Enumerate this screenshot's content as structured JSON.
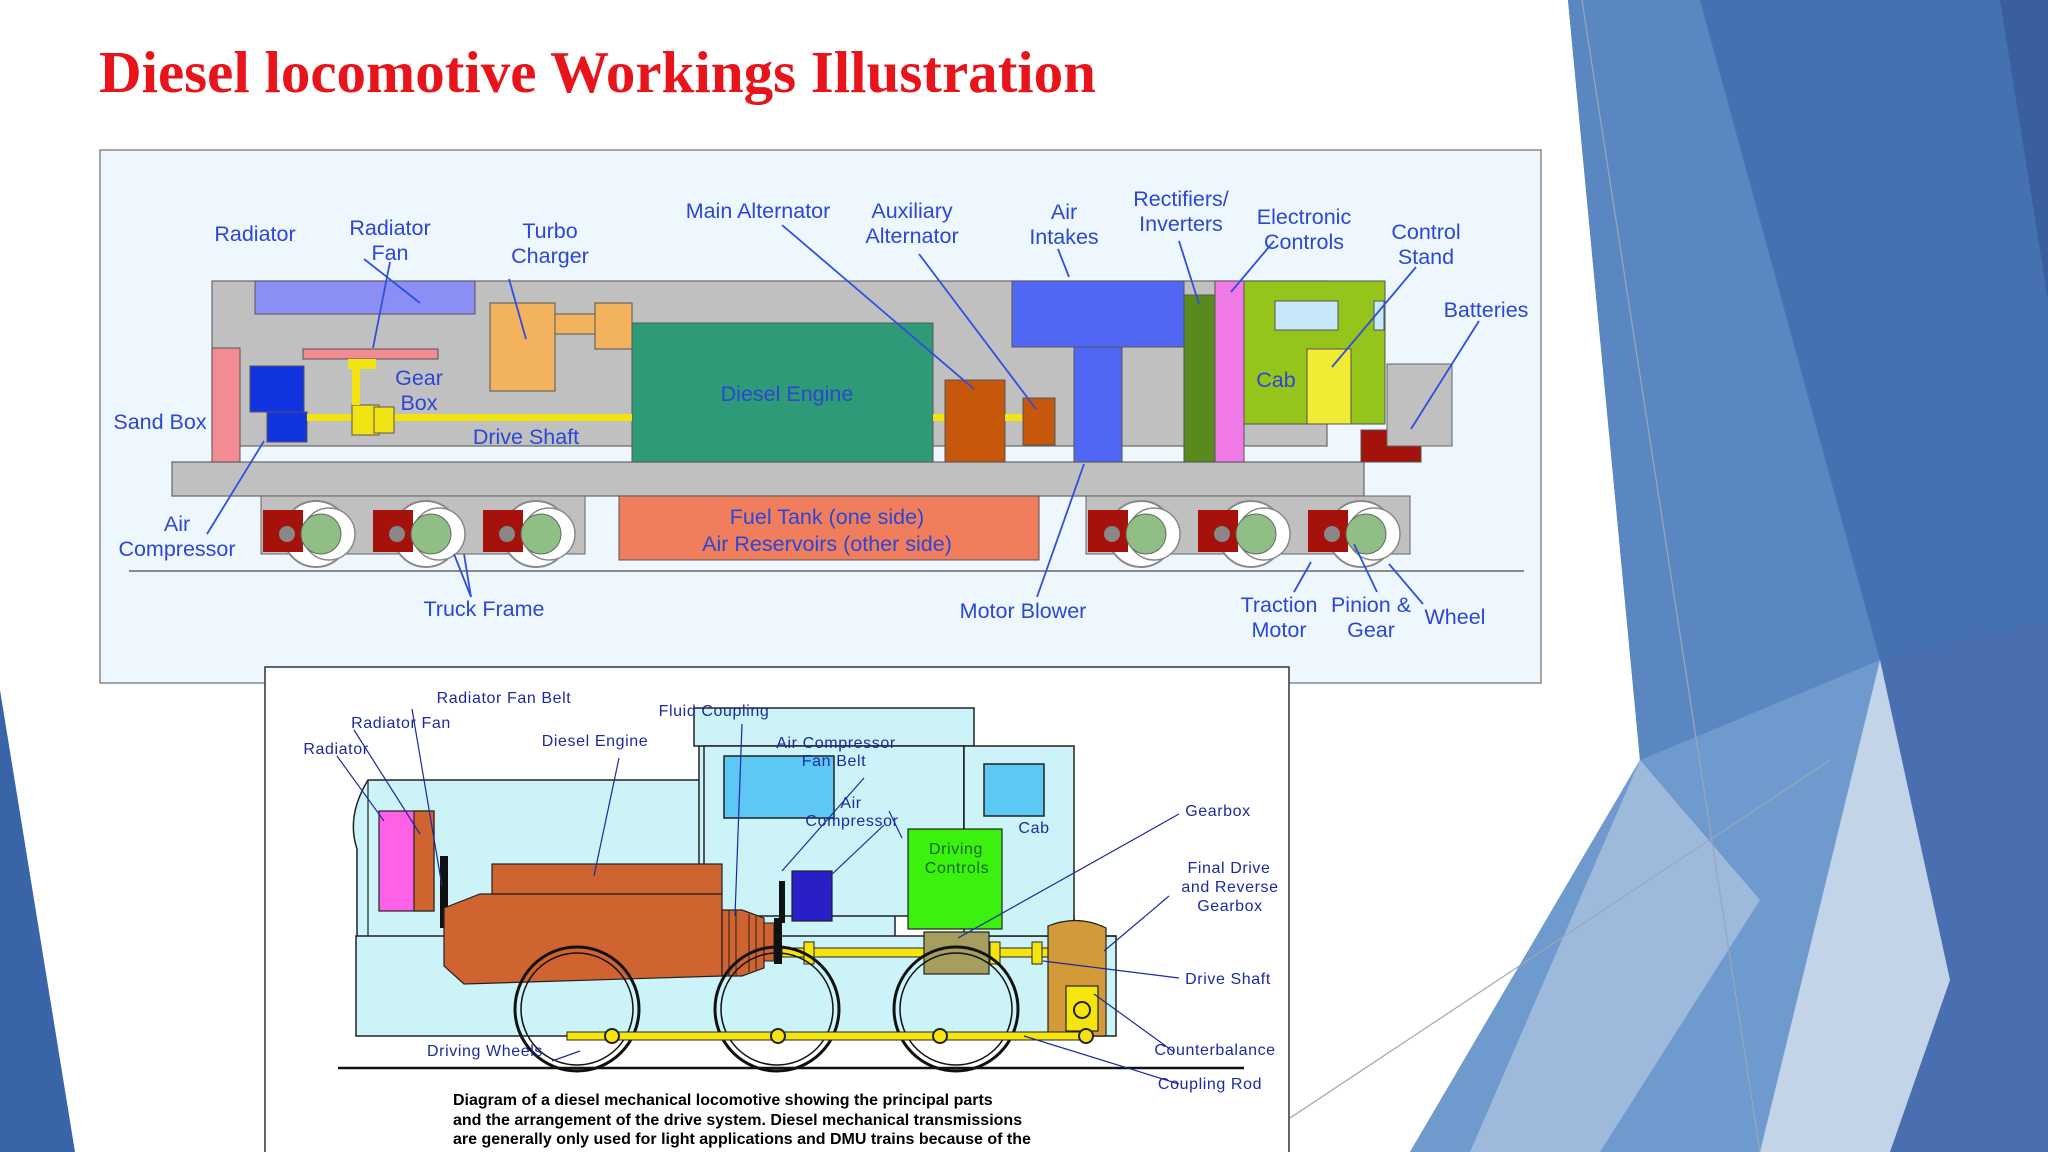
{
  "slide": {
    "title": "Diesel locomotive Workings Illustration"
  },
  "colors": {
    "title": "#e8141b",
    "label_blue": "#2c46d6",
    "frame_gray": "#c0c0c0",
    "diesel_engine": "#2e9a77",
    "background_blue": "#4a76b4"
  },
  "diagram_top": {
    "labels": {
      "radiator": "Radiator",
      "radiator_fan_1": "Radiator",
      "radiator_fan_2": "Fan",
      "turbo_1": "Turbo",
      "turbo_2": "Charger",
      "main_alternator": "Main Alternator",
      "aux_alt_1": "Auxiliary",
      "aux_alt_2": "Alternator",
      "air_intakes_1": "Air",
      "air_intakes_2": "Intakes",
      "rectifiers_1": "Rectifiers/",
      "rectifiers_2": "Inverters",
      "electronic_1": "Electronic",
      "electronic_2": "Controls",
      "control_stand_1": "Control",
      "control_stand_2": "Stand",
      "batteries": "Batteries",
      "sand_box": "Sand Box",
      "gear_box_1": "Gear",
      "gear_box_2": "Box",
      "drive_shaft": "Drive Shaft",
      "diesel_engine": "Diesel Engine",
      "cab": "Cab",
      "air_compressor_1": "Air",
      "air_compressor_2": "Compressor",
      "fuel_tank_1": "Fuel Tank (one side)",
      "fuel_tank_2": "Air Reservoirs (other side)",
      "truck_frame": "Truck Frame",
      "motor_blower": "Motor Blower",
      "traction_1": "Traction",
      "traction_2": "Motor",
      "pinion_1": "Pinion &",
      "pinion_2": "Gear",
      "wheel": "Wheel"
    }
  },
  "diagram_bottom": {
    "labels": {
      "radiator_fan_belt": "Radiator Fan Belt",
      "radiator_fan": "Radiator Fan",
      "radiator": "Radiator",
      "fluid_coupling": "Fluid Coupling",
      "diesel_engine": "Diesel Engine",
      "air_comp_belt_1": "Air Compressor",
      "air_comp_belt_2": "Fan Belt",
      "air_comp_1": "Air",
      "air_comp_2": "Compressor",
      "driving_controls_1": "Driving",
      "driving_controls_2": "Controls",
      "cab": "Cab",
      "gearbox": "Gearbox",
      "final_drive_1": "Final Drive",
      "final_drive_2": "and Reverse",
      "final_drive_3": "Gearbox",
      "drive_shaft": "Drive Shaft",
      "counterbalance": "Counterbalance",
      "coupling_rod": "Coupling Rod",
      "driving_wheels": "Driving Wheels"
    },
    "caption": [
      "Diagram of a diesel mechanical locomotive showing the principal parts",
      "and the arrangement of the drive system.  Diesel mechanical transmissions",
      "are generally only used for light applications and DMU trains because of the"
    ]
  }
}
